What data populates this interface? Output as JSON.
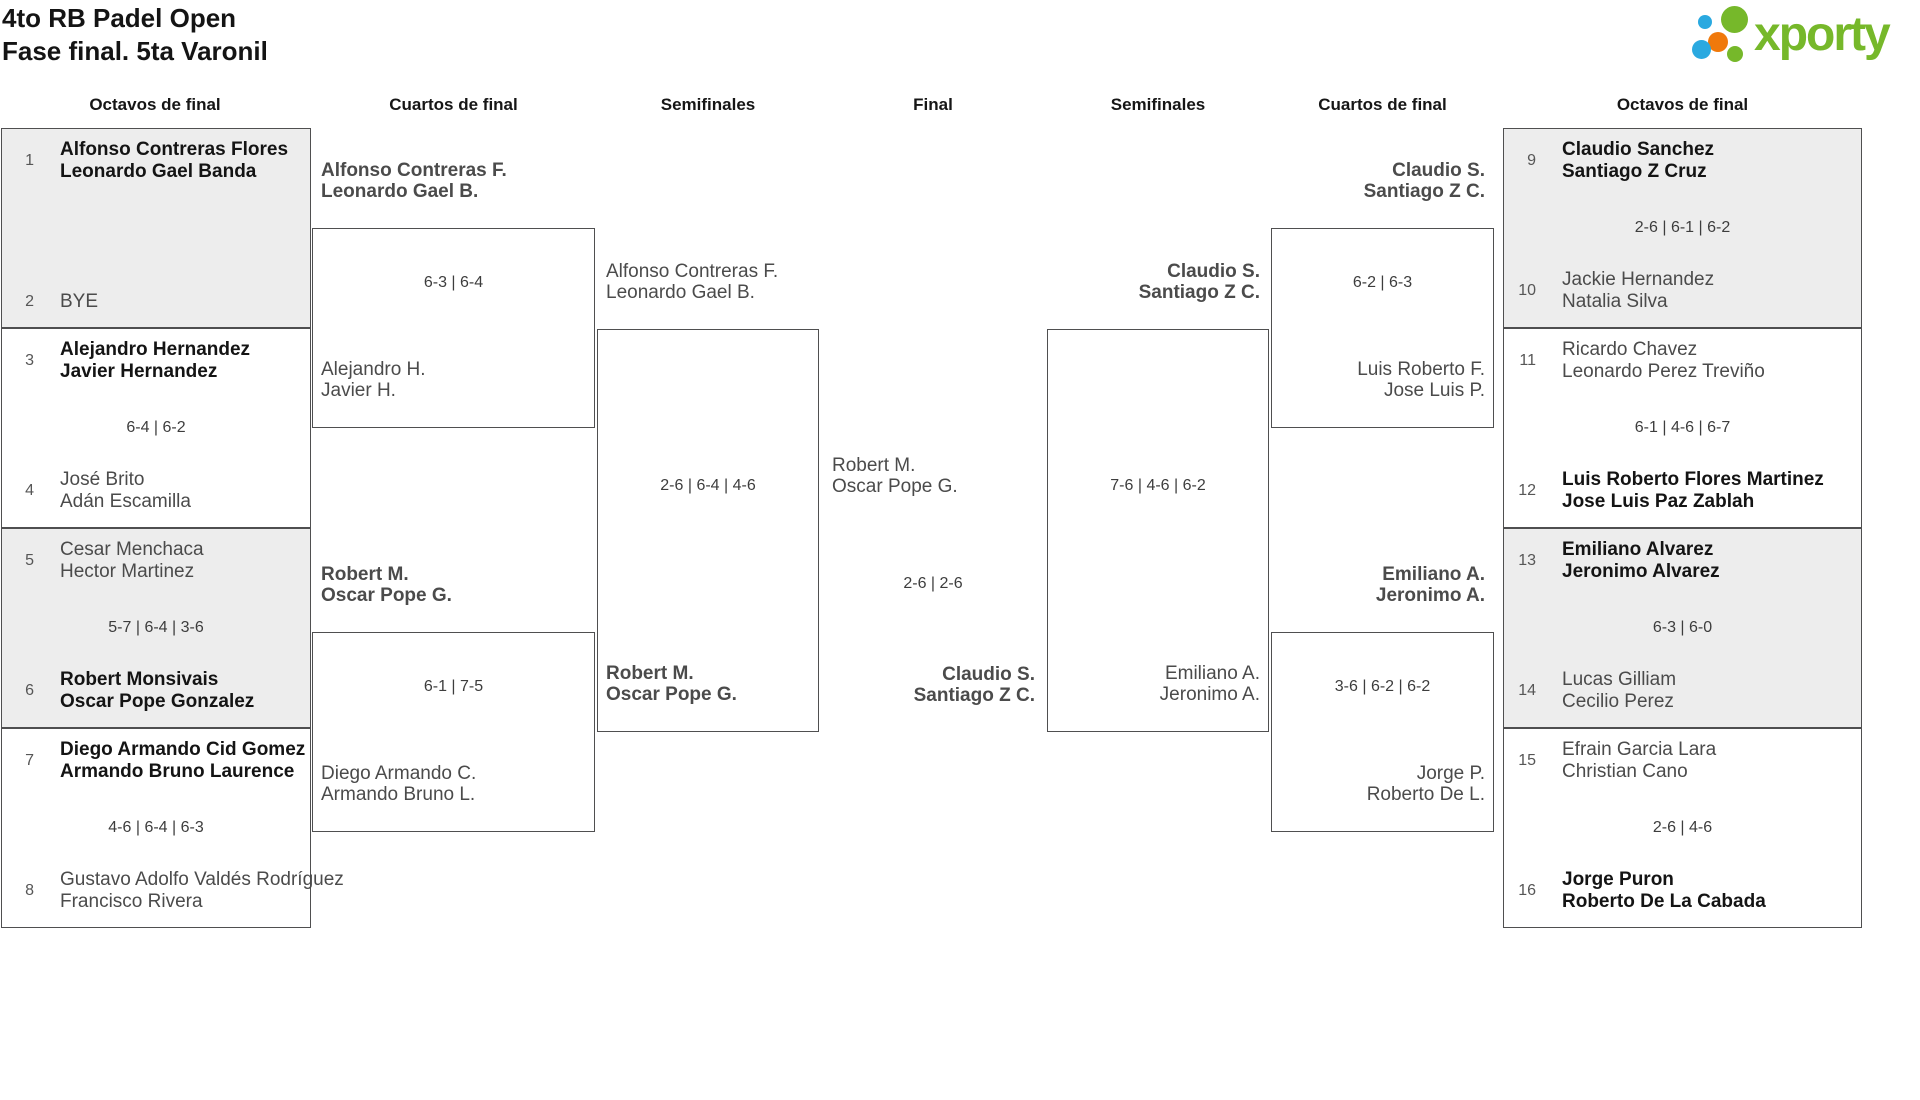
{
  "title": {
    "line1": "4to RB Padel Open",
    "line2": "Fase final. 5ta Varonil"
  },
  "logo": {
    "text": "xporty",
    "colors": {
      "green": "#76B82A",
      "blue": "#2AA9E0",
      "orange": "#F0790B"
    }
  },
  "headers": {
    "h1": "Octavos de final",
    "h2": "Cuartos de final",
    "h3": "Semifinales",
    "h4": "Final",
    "h5": "Semifinales",
    "h6": "Cuartos de final",
    "h7": "Octavos de final"
  },
  "octavos_left": {
    "matches": [
      {
        "top": {
          "seed": "1",
          "p1": "Alfonso Contreras Flores",
          "p2": "Leonardo Gael Banda",
          "winner": true
        },
        "score": "",
        "bottom": {
          "seed": "2",
          "p1": "BYE",
          "p2": ""
        }
      },
      {
        "top": {
          "seed": "3",
          "p1": "Alejandro Hernandez",
          "p2": "Javier Hernandez",
          "winner": true
        },
        "score": "6-4 | 6-2",
        "bottom": {
          "seed": "4",
          "p1": "José Brito",
          "p2": "Adán Escamilla"
        }
      },
      {
        "top": {
          "seed": "5",
          "p1": "Cesar Menchaca",
          "p2": "Hector Martinez"
        },
        "score": "5-7 | 6-4 | 3-6",
        "bottom": {
          "seed": "6",
          "p1": "Robert Monsivais",
          "p2": "Oscar Pope Gonzalez",
          "winner": true
        }
      },
      {
        "top": {
          "seed": "7",
          "p1": "Diego Armando Cid Gomez",
          "p2": "Armando Bruno Laurence",
          "winner": true
        },
        "score": "4-6 | 6-4 | 6-3",
        "bottom": {
          "seed": "8",
          "p1": "Gustavo Adolfo Valdés Rodríguez",
          "p2": "Francisco Rivera"
        }
      }
    ]
  },
  "octavos_right": {
    "matches": [
      {
        "top": {
          "seed": "9",
          "p1": "Claudio Sanchez",
          "p2": "Santiago Z Cruz",
          "winner": true
        },
        "score": "2-6 | 6-1 | 6-2",
        "bottom": {
          "seed": "10",
          "p1": "Jackie Hernandez",
          "p2": "Natalia Silva"
        }
      },
      {
        "top": {
          "seed": "11",
          "p1": "Ricardo Chavez",
          "p2": "Leonardo Perez Treviño"
        },
        "score": "6-1 | 4-6 | 6-7",
        "bottom": {
          "seed": "12",
          "p1": "Luis Roberto Flores Martinez",
          "p2": "Jose Luis Paz Zablah",
          "winner": true
        }
      },
      {
        "top": {
          "seed": "13",
          "p1": "Emiliano Alvarez",
          "p2": "Jeronimo Alvarez",
          "winner": true
        },
        "score": "6-3 | 6-0",
        "bottom": {
          "seed": "14",
          "p1": "Lucas Gilliam",
          "p2": "Cecilio Perez"
        }
      },
      {
        "top": {
          "seed": "15",
          "p1": "Efrain Garcia Lara",
          "p2": "Christian Cano"
        },
        "score": "2-6 | 4-6",
        "bottom": {
          "seed": "16",
          "p1": "Jorge Puron",
          "p2": "Roberto De La Cabada",
          "winner": true
        }
      }
    ]
  },
  "cuartos_left": {
    "matches": [
      {
        "top": {
          "p1": "Alfonso Contreras F.",
          "p2": "Leonardo Gael B.",
          "winner": true
        },
        "score": "6-3 | 6-4",
        "bottom": {
          "p1": "Alejandro H.",
          "p2": "Javier H."
        }
      },
      {
        "top": {
          "p1": "Robert M.",
          "p2": "Oscar Pope G.",
          "winner": true
        },
        "score": "6-1 | 7-5",
        "bottom": {
          "p1": "Diego Armando C.",
          "p2": "Armando Bruno L."
        }
      }
    ]
  },
  "cuartos_right": {
    "matches": [
      {
        "top": {
          "p1": "Claudio S.",
          "p2": "Santiago Z C.",
          "winner": true
        },
        "score": "6-2 | 6-3",
        "bottom": {
          "p1": "Luis Roberto F.",
          "p2": "Jose Luis P."
        }
      },
      {
        "top": {
          "p1": "Emiliano A.",
          "p2": "Jeronimo A.",
          "winner": true
        },
        "score": "3-6 | 6-2 | 6-2",
        "bottom": {
          "p1": "Jorge P.",
          "p2": "Roberto De L."
        }
      }
    ]
  },
  "semifinal_left": {
    "top": {
      "p1": "Alfonso Contreras F.",
      "p2": "Leonardo Gael B."
    },
    "score": "2-6 | 6-4 | 4-6",
    "bottom": {
      "p1": "Robert M.",
      "p2": "Oscar Pope G.",
      "winner": true
    }
  },
  "semifinal_right": {
    "top": {
      "p1": "Claudio S.",
      "p2": "Santiago Z C.",
      "winner": true
    },
    "score": "7-6 | 4-6 | 6-2",
    "bottom": {
      "p1": "Emiliano A.",
      "p2": "Jeronimo A."
    }
  },
  "final": {
    "top": {
      "p1": "Robert M.",
      "p2": "Oscar Pope G."
    },
    "score": "2-6 | 2-6",
    "bottom": {
      "p1": "Claudio S.",
      "p2": "Santiago Z C.",
      "winner": true
    }
  }
}
